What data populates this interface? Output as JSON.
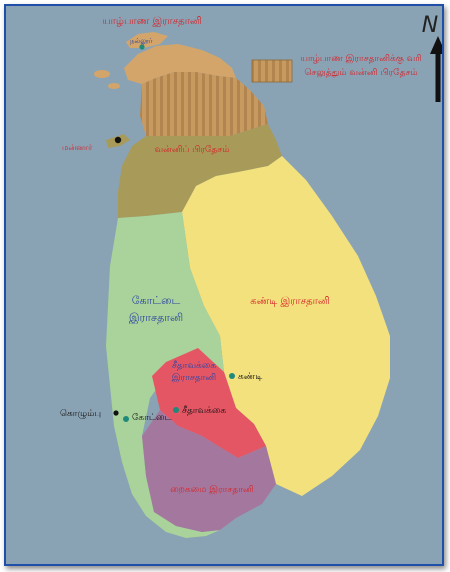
{
  "map": {
    "colors": {
      "sea": "#8aa3b4",
      "jaffna": "#d3a56a",
      "vanni_tribute": "#b48c55",
      "vanni": "#a89a58",
      "kandy": "#f2e17c",
      "kotte": "#a9d39a",
      "sitawaka": "#e55665",
      "raigama": "#a4789e",
      "label_red": "#d6242a",
      "label_blue": "#2d44a2",
      "city_dot": "#1f8a7a"
    },
    "labels": {
      "jaffna_kingdom": "யாழ்பாண இராசதானி",
      "nallur": "நல்லூர்",
      "legend_text": "யாழ்பாண இராசதானிக்கு வரி செலுத்தும் வன்னி பிரதேசம்",
      "mannar": "மன்னார்",
      "vanni_region": "வன்னிப் பிரதேசம்",
      "kandy_kingdom": "கண்டி இராசதானி",
      "kotte_kingdom_line1": "கோட்டை",
      "kotte_kingdom_line2": "இராசதானி",
      "kandy_city": "கண்டி",
      "sitawaka_kingdom_line1": "சீதாவக்கை",
      "sitawaka_kingdom_line2": "இராசதானி",
      "sitawaka_city": "சீதாவக்கை",
      "colombo": "கொழும்பு",
      "kotte_city": "கோட்டை",
      "raigama_kingdom": "றைகமை இராசதானி"
    },
    "north_symbol": "N"
  }
}
